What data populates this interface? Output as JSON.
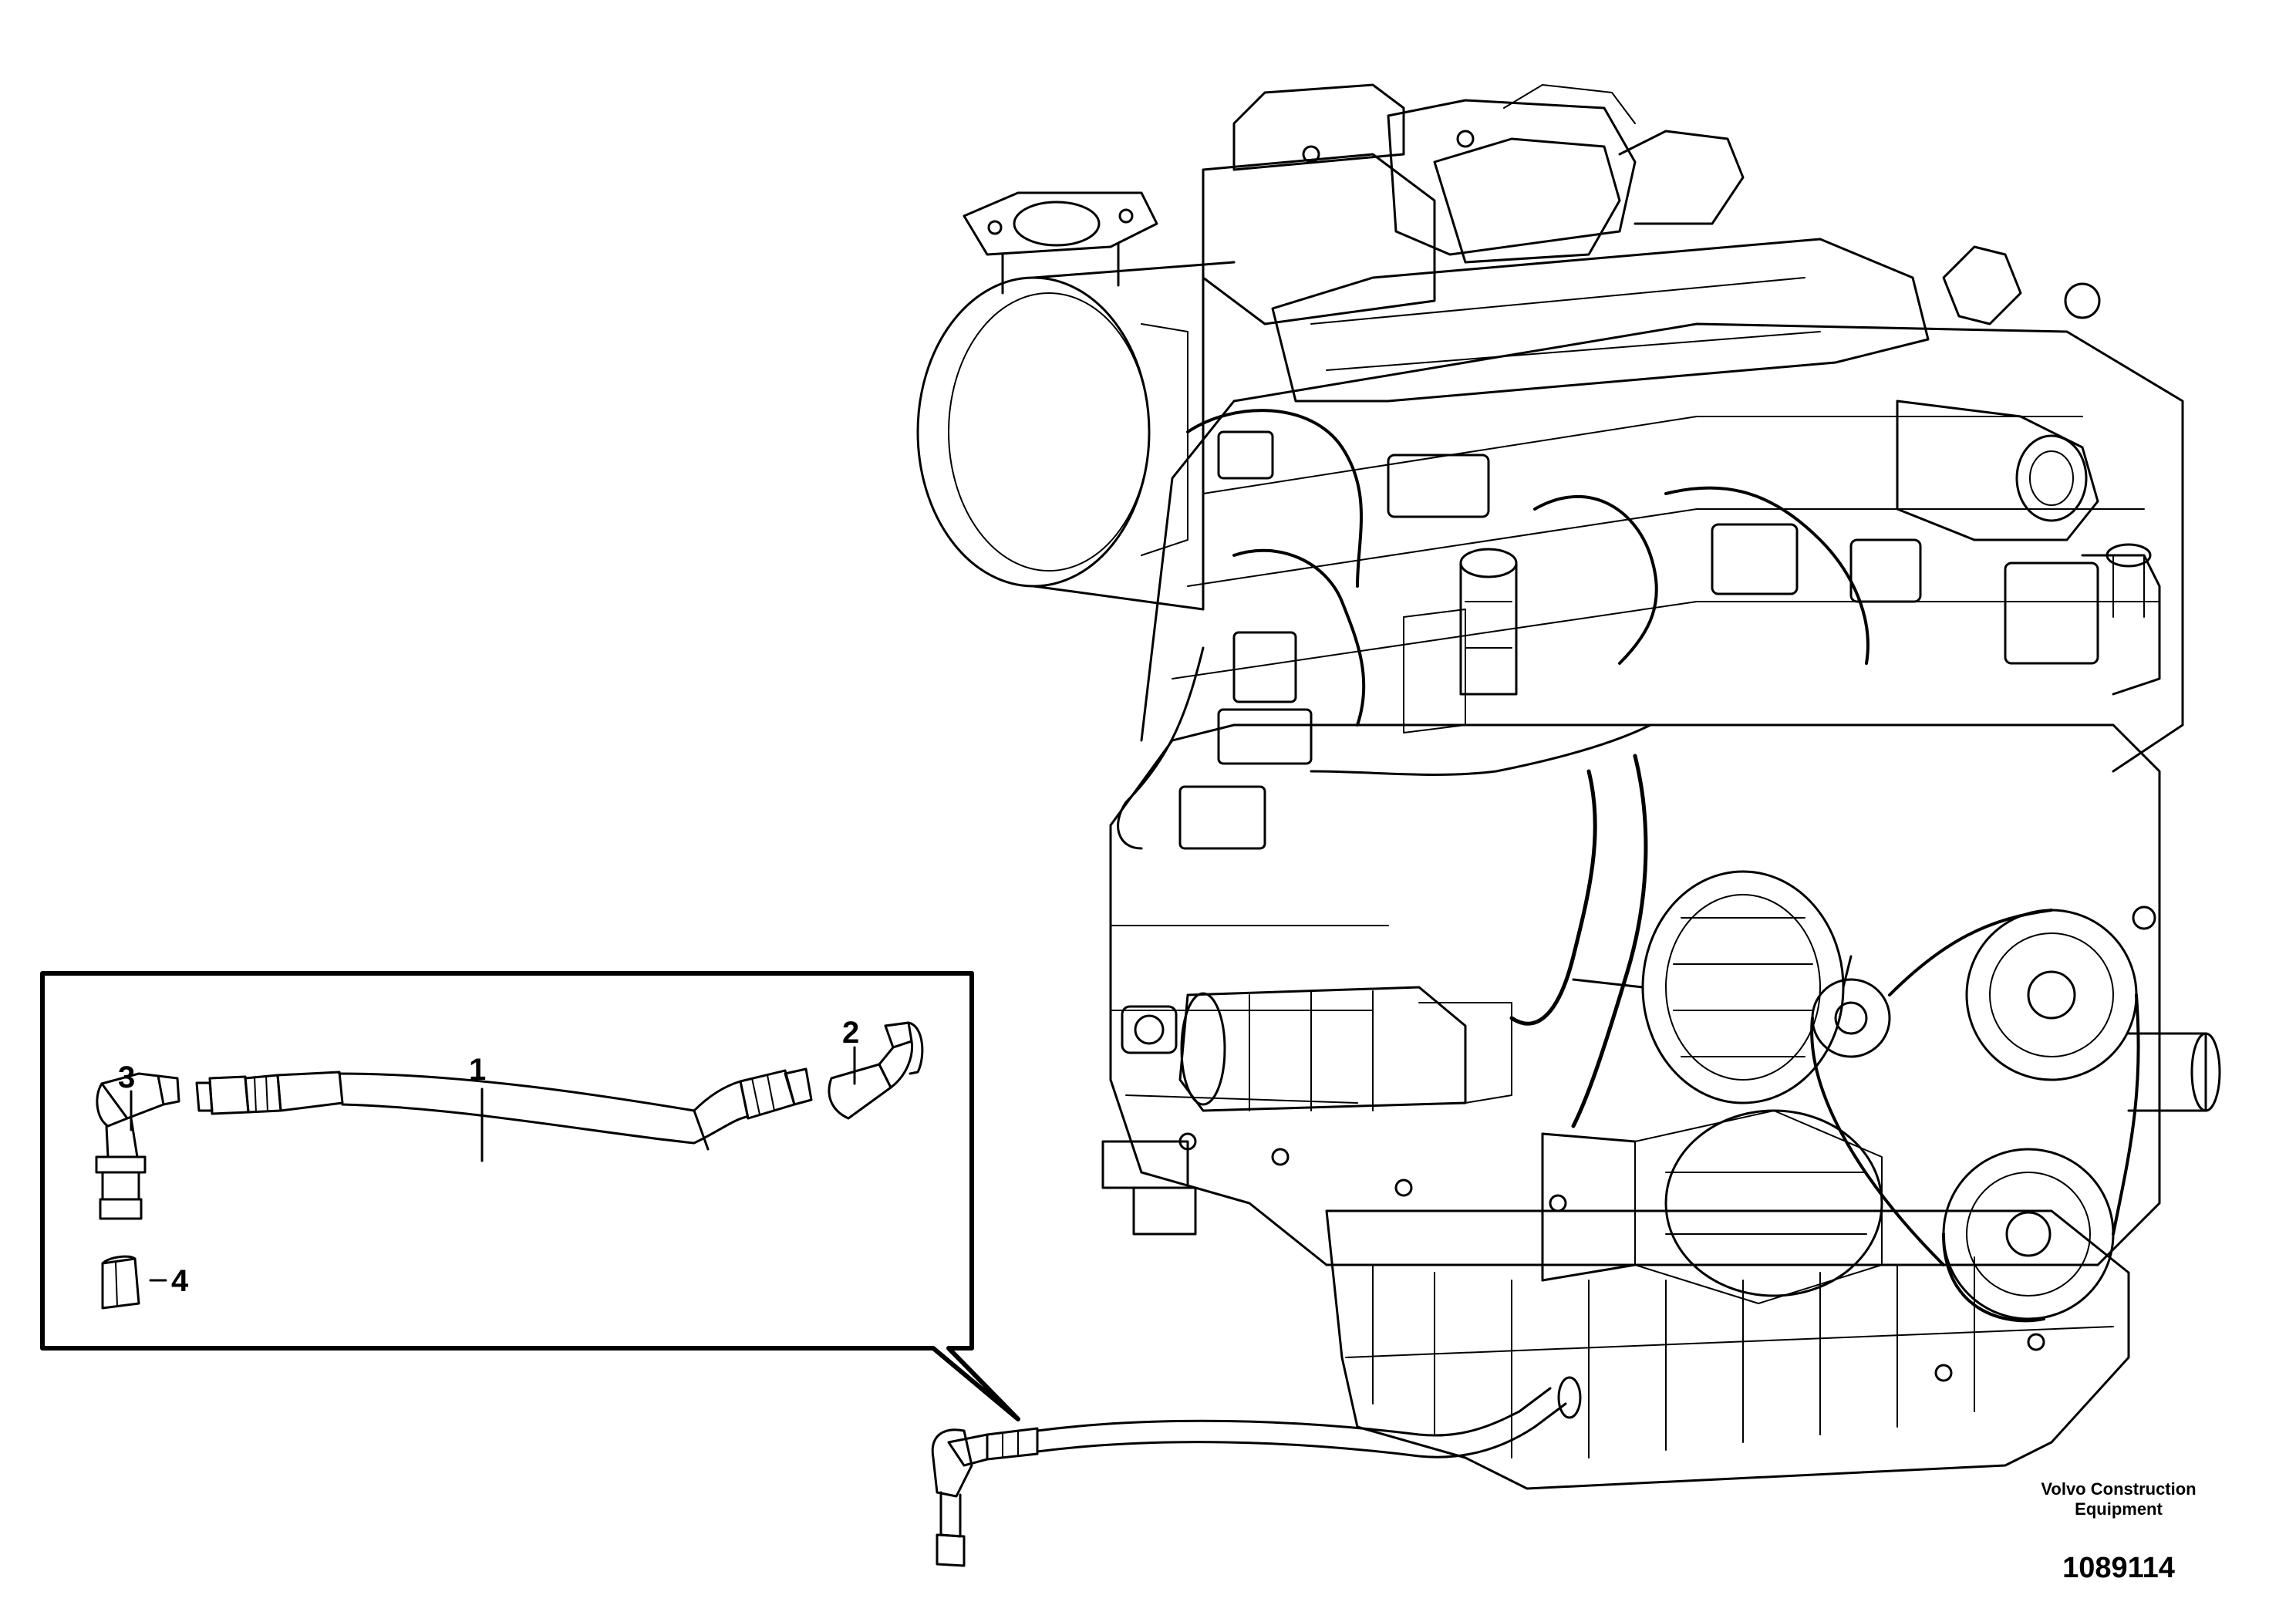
{
  "callouts": [
    {
      "number": "1",
      "part": "hose"
    },
    {
      "number": "2",
      "part": "elbow-fitting"
    },
    {
      "number": "3",
      "part": "elbow-adapter"
    },
    {
      "number": "4",
      "part": "cap-nut"
    }
  ],
  "footer": {
    "publisher_line1": "Volvo Construction",
    "publisher_line2": "Equipment",
    "drawing_number": "1089114"
  },
  "colors": {
    "line": "#000000",
    "background": "#ffffff"
  }
}
